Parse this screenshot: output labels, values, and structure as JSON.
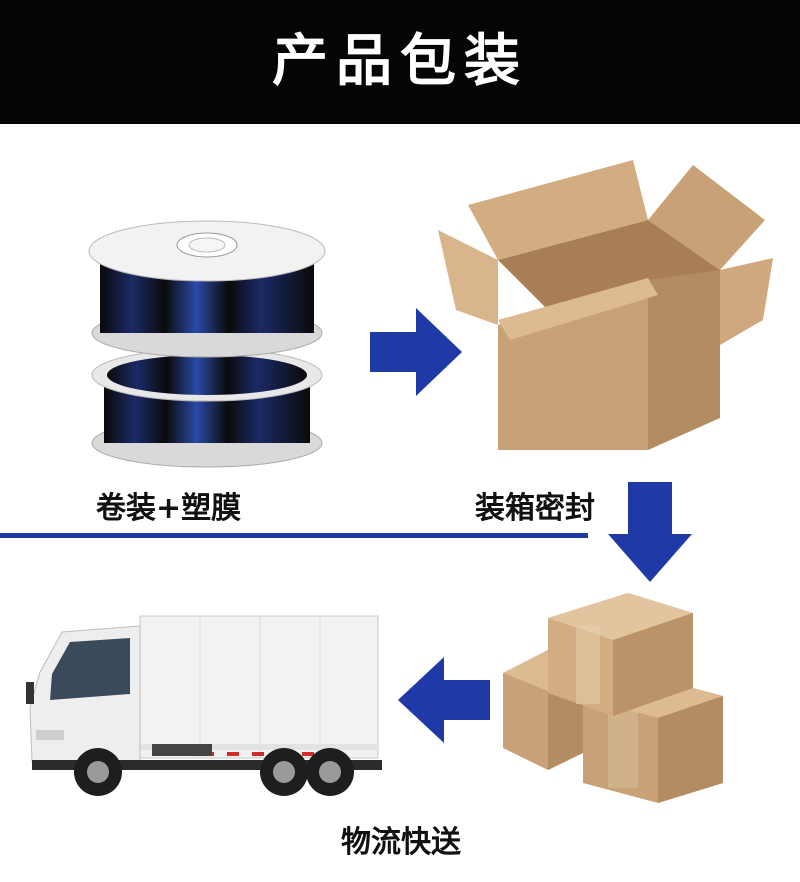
{
  "header": {
    "title": "产品包装"
  },
  "stages": {
    "wrap": {
      "label": "卷装+塑膜",
      "icon": "cable-spool-image"
    },
    "box": {
      "label": "装箱密封",
      "icon": "open-carton-image"
    },
    "stack": {
      "icon": "stacked-cartons-image"
    },
    "ship": {
      "label": "物流快送",
      "icon": "delivery-truck-image"
    }
  },
  "colors": {
    "header_bg": "#050505",
    "accent": "#1f3aa6",
    "arrow": "#1f3aa6",
    "cardboard": "#c9a176"
  }
}
